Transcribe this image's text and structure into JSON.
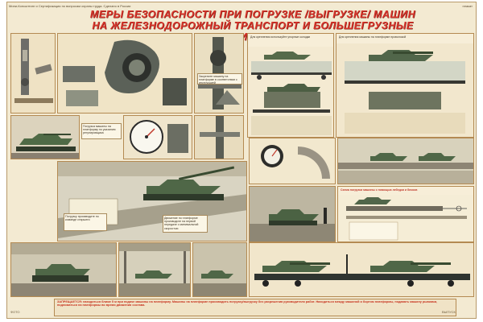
{
  "header": {
    "left_note": "Мини-Консалтинг и Сертификация по вопросам охраны труда. Сделано в России",
    "right_note": "плакат"
  },
  "title": {
    "line1": "МЕРЫ БЕЗОПАСНОСТИ ПРИ ПОГРУЗКЕ /ВЫГРУЗКЕ/ МАШИН",
    "line2": "НА ЖЕЛЕЗНОДОРОЖНЫЙ ТРАНСПОРТ И БОЛЬШЕГРУЗНЫЕ ПРИЦЕПЫ"
  },
  "captions": {
    "c1": "Погрузка машины на платформу по указанию регулировщика",
    "c2": "Закрепите машину на платформе в соответствии с инструкцией",
    "c3": "Для крепления используйте упорные колодки",
    "c4": "Для крепления машины на платформе проволокой",
    "c5": "Движение по платформе производите на первой передаче с минимальной скоростью",
    "c6": "Схема погрузки машины с помощью лебедки и блоков",
    "c7": "Погрузку производите по команде старшего"
  },
  "bottom_text": "ЗАПРЕЩАЕТСЯ: находиться ближе 5 м при подаче машины на платформу. Машины на платформе производить погрузку/выгрузку без разрешения руководителя работ. Находиться между машиной и бортом платформы, подавать машину рывками, подниматься на платформы во время движения состава.",
  "stamps": {
    "s1": "ФОТО",
    "s2": "ВЫПУСК"
  }
}
